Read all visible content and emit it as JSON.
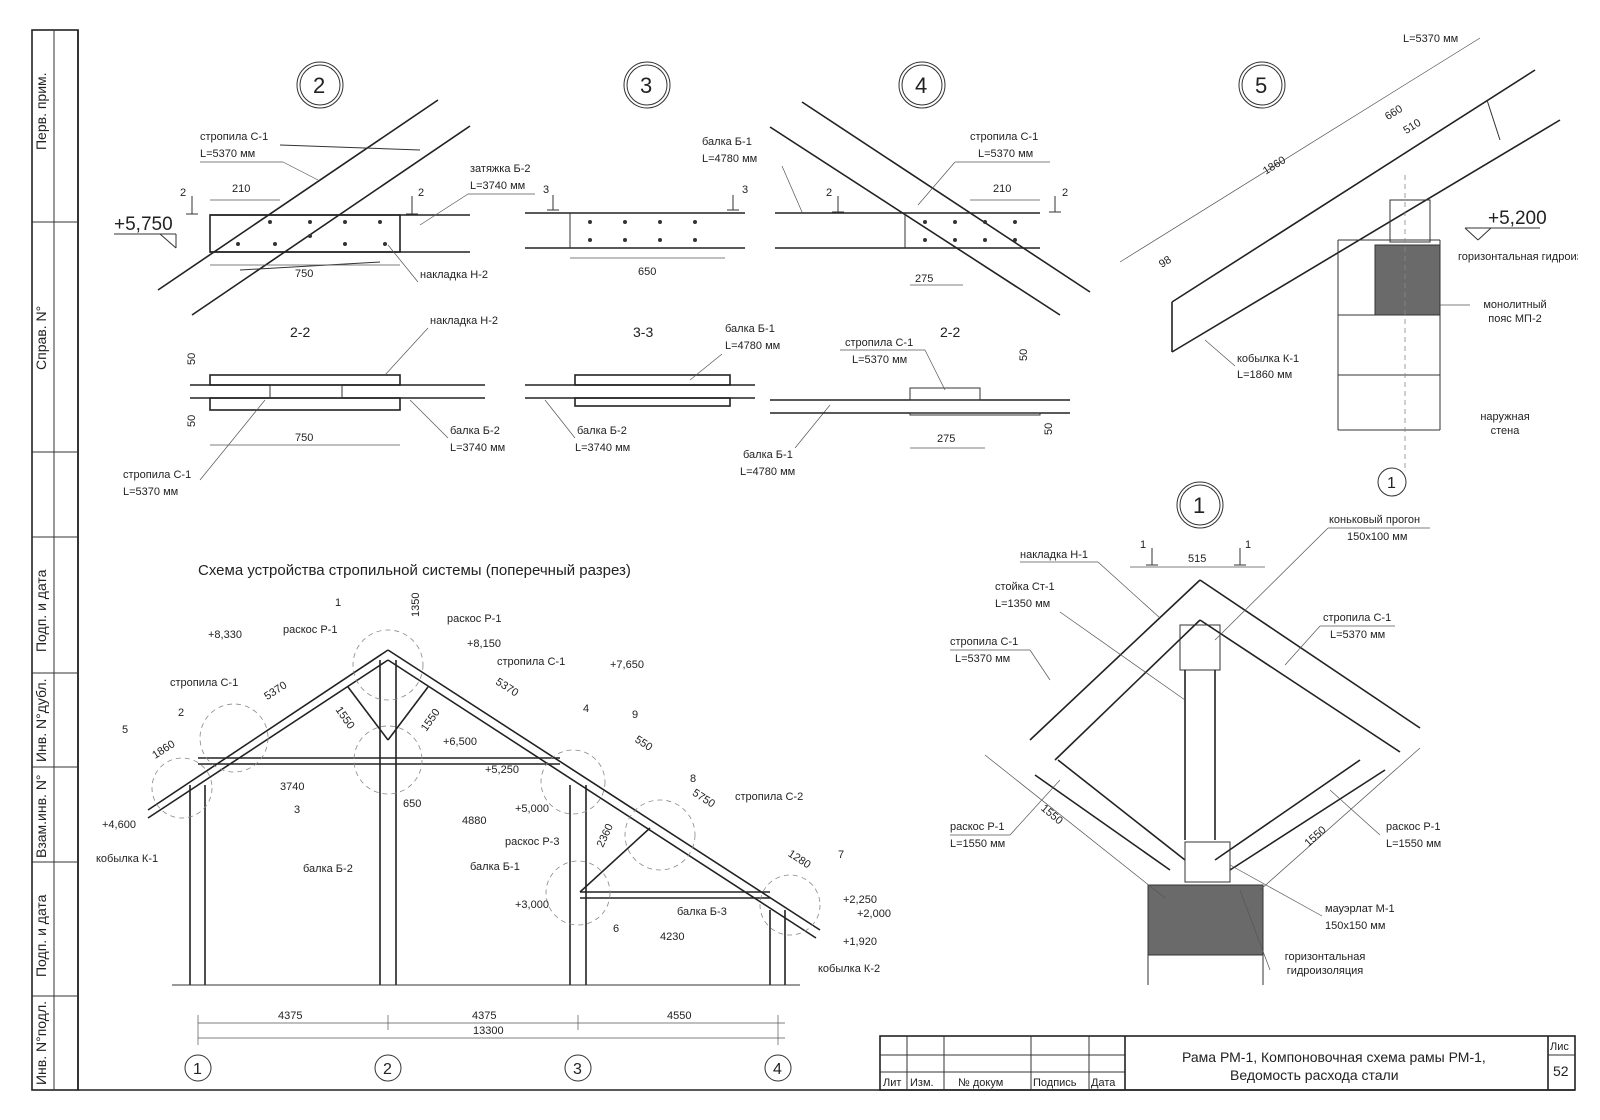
{
  "side_stamp": {
    "perv_prim": "Перв. прим.",
    "sprav_no": "Справ. N°",
    "podp_data_1": "Подп. и дата",
    "inv_dubl": "Инв. N°дубл.",
    "vzam_inv": "Взам.инв. N°",
    "podp_data_2": "Подп. и дата",
    "inv_podl": "Инв. N°подл."
  },
  "details": {
    "d2": {
      "num": "2",
      "rafter": "стропила С-1",
      "rafter_len": "L=5370 мм",
      "tie": "затяжка Б-2",
      "tie_len": "L=3740 мм",
      "plate": "накладка Н-2",
      "level": "+5,750",
      "dim_210": "210",
      "dim_750": "750",
      "cut": "2"
    },
    "d3": {
      "num": "3",
      "beam": "балка Б-1",
      "beam_len": "L=4780 мм",
      "dim_650": "650",
      "cut": "3"
    },
    "d4": {
      "num": "4",
      "rafter": "стропила С-1",
      "rafter_len": "L=5370 мм",
      "dim_210": "210",
      "dim_275": "275",
      "cut": "2"
    },
    "d5": {
      "num": "5",
      "len_top": "L=5370 мм",
      "dim_660": "660",
      "dim_510": "510",
      "dim_1860": "1860",
      "dim_98": "98",
      "level": "+5,200",
      "waterproof": "горизонтальная гидроизоляция",
      "belt": "монолитный пояс МП-2",
      "sprocket": "кобылка К-1",
      "sprocket_len": "L=1860 мм",
      "wall": "наружная стена",
      "axis": "1"
    }
  },
  "sections": {
    "s22a": {
      "title": "2-2",
      "plate": "накладка Н-2",
      "beam": "балка Б-2",
      "beam_len": "L=3740 мм",
      "rafter": "стропила С-1",
      "rafter_len": "L=5370 мм",
      "dim_750": "750",
      "d50": "50"
    },
    "s33": {
      "title": "3-3",
      "beam1": "балка Б-1",
      "beam1_len": "L=4780 мм",
      "beam2": "балка Б-2",
      "beam2_len": "L=3740 мм",
      "beam3": "балка Б-1",
      "beam3_len": "L=4780 мм"
    },
    "s22b": {
      "title": "2-2",
      "rafter": "стропила С-1",
      "rafter_len": "L=5370 мм",
      "dim_275": "275",
      "d50": "50"
    }
  },
  "scheme": {
    "title": "Схема устройства стропильной системы  (поперечный разрез)",
    "labels": {
      "raskos_p1a": "раскос Р-1",
      "raskos_p1b": "раскос Р-1",
      "strop_c1a": "стропила С-1",
      "strop_c1b": "стропила С-1",
      "strop_c2": "стропила С-2",
      "raskos_p3": "раскос Р-3",
      "balka_b2": "балка Б-2",
      "balka_b1": "балка Б-1",
      "balka_b3": "балка Б-3",
      "kobylka_k1": "кобылка К-1",
      "kobylka_k2": "кобылка К-2"
    },
    "levels": {
      "l8330": "+8,330",
      "l8150": "+8,150",
      "l7650": "+7,650",
      "l6500": "+6,500",
      "l5250": "+5,250",
      "l5000": "+5,000",
      "l4600": "+4,600",
      "l3000": "+3,000",
      "l2250": "+2,250",
      "l2000": "+2,000",
      "l1920": "+1,920"
    },
    "dims": {
      "d5370a": "5370",
      "d5370b": "5370",
      "d1350": "1350",
      "d1550a": "1550",
      "d1550b": "1550",
      "d1860": "1860",
      "d3740": "3740",
      "d650": "650",
      "d4880": "4880",
      "d2360": "2360",
      "d550": "550",
      "d5750": "5750",
      "d1280": "1280",
      "d4230": "4230",
      "d4375a": "4375",
      "d4375b": "4375",
      "d4550": "4550",
      "d13300": "13300"
    },
    "callouts": [
      "1",
      "2",
      "3",
      "4",
      "5",
      "6",
      "7",
      "8",
      "9"
    ],
    "axes": [
      "1",
      "2",
      "3",
      "4"
    ]
  },
  "detail1": {
    "num": "1",
    "plate": "накладка Н-1",
    "dim_515": "515",
    "cut": "1",
    "ridge": "коньковый прогон",
    "ridge_size": "150х100 мм",
    "post": "стойка Ст-1",
    "post_len": "L=1350 мм",
    "rafter_l": "стропила С-1",
    "rafter_l_len": "L=5370 мм",
    "rafter_r": "стропила С-1",
    "rafter_r_len": "L=5370 мм",
    "brace_l": "раскос Р-1",
    "brace_l_len": "L=1550 мм",
    "brace_r": "раскос Р-1",
    "brace_r_len": "L=1550 мм",
    "dim_1550": "1550",
    "plate_beam": "мауэрлат М-1",
    "plate_beam_size": "150х150 мм",
    "waterproof": "горизонтальная гидроизоляция"
  },
  "title_block": {
    "lit": "Лит",
    "izm": "Изм.",
    "doc": "№ докум",
    "sign": "Подпись",
    "date": "Дата",
    "title_line1": "Рама РМ-1, Компоновочная схема рамы РМ-1,",
    "title_line2": "Ведомость расхода стали",
    "sheet_label": "Лис",
    "sheet_no": "52"
  }
}
